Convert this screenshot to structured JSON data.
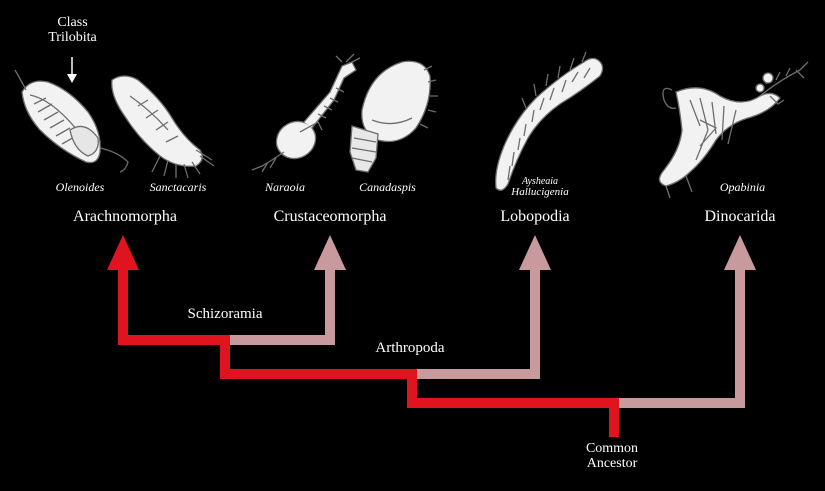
{
  "title": {
    "line1": "Class",
    "line2": "Trilobita"
  },
  "species": {
    "olenoides": "Olenoides",
    "sanctacaris": "Sanctacaris",
    "naraoia": "Naraoia",
    "canadaspis": "Canadaspis",
    "aysheaia_line1": "Aysheaia",
    "aysheaia_line2": "Hallucigenia",
    "opabinia": "Opabinia"
  },
  "groups": {
    "arachnomorpha": "Arachnomorpha",
    "crustaceomorpha": "Crustaceomorpha",
    "lobopodia": "Lobopodia",
    "dinocarida": "Dinocarida"
  },
  "branches": {
    "schizoramia": "Schizoramia",
    "arthropoda": "Arthropoda"
  },
  "root": {
    "line1": "Common",
    "line2": "Ancestor"
  },
  "colors": {
    "background": "#000000",
    "main_lineage": "#e0141e",
    "side_lineage": "#c99a9d",
    "illustration_fill": "#f2f2f2",
    "illustration_stroke": "#6e6e6e",
    "text": "#ffffff"
  },
  "icons": [
    "trilobite-icon",
    "sanctacaris-icon",
    "naraoia-icon",
    "canadaspis-icon",
    "aysheaia-icon",
    "opabinia-icon",
    "down-arrow-icon"
  ]
}
